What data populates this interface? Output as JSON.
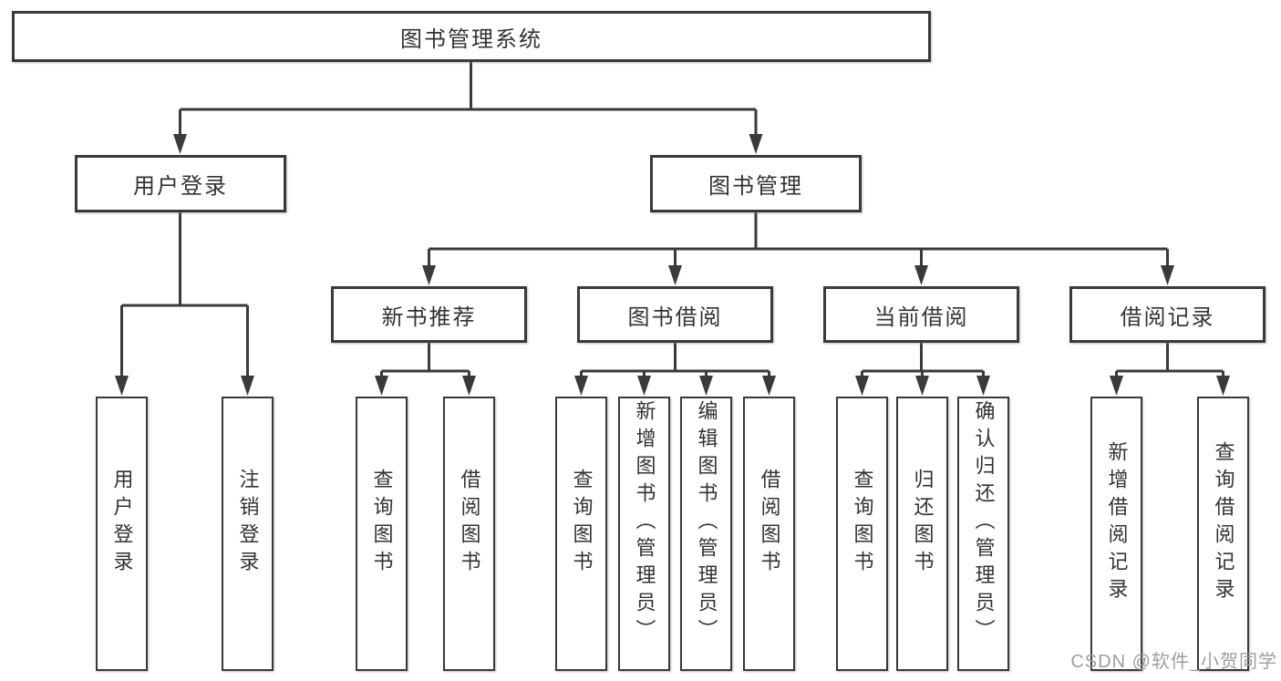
{
  "diagram": {
    "tree": {
      "label": "图书管理系统",
      "children": [
        {
          "label": "用户登录",
          "children": [
            {
              "label": "用户登录"
            },
            {
              "label": "注销登录"
            }
          ]
        },
        {
          "label": "图书管理",
          "children": [
            {
              "label": "新书推荐",
              "children": [
                {
                  "label": "查询图书"
                },
                {
                  "label": "借阅图书"
                }
              ]
            },
            {
              "label": "图书借阅",
              "children": [
                {
                  "label": "查询图书"
                },
                {
                  "label": "新增图书（管理员）"
                },
                {
                  "label": "编辑图书（管理员）"
                },
                {
                  "label": "借阅图书"
                }
              ]
            },
            {
              "label": "当前借阅",
              "children": [
                {
                  "label": "查询图书"
                },
                {
                  "label": "归还图书"
                },
                {
                  "label": "确认归还（管理员）"
                }
              ]
            },
            {
              "label": "借阅记录",
              "children": [
                {
                  "label": "新增借阅记录"
                },
                {
                  "label": "查询借阅记录"
                }
              ]
            }
          ]
        }
      ]
    },
    "watermark": "CSDN @软件_小贺同学",
    "colors": {
      "line": "#3a3a3a",
      "text": "#333333",
      "watermark": "#9e9e9e",
      "background": "#ffffff"
    }
  }
}
